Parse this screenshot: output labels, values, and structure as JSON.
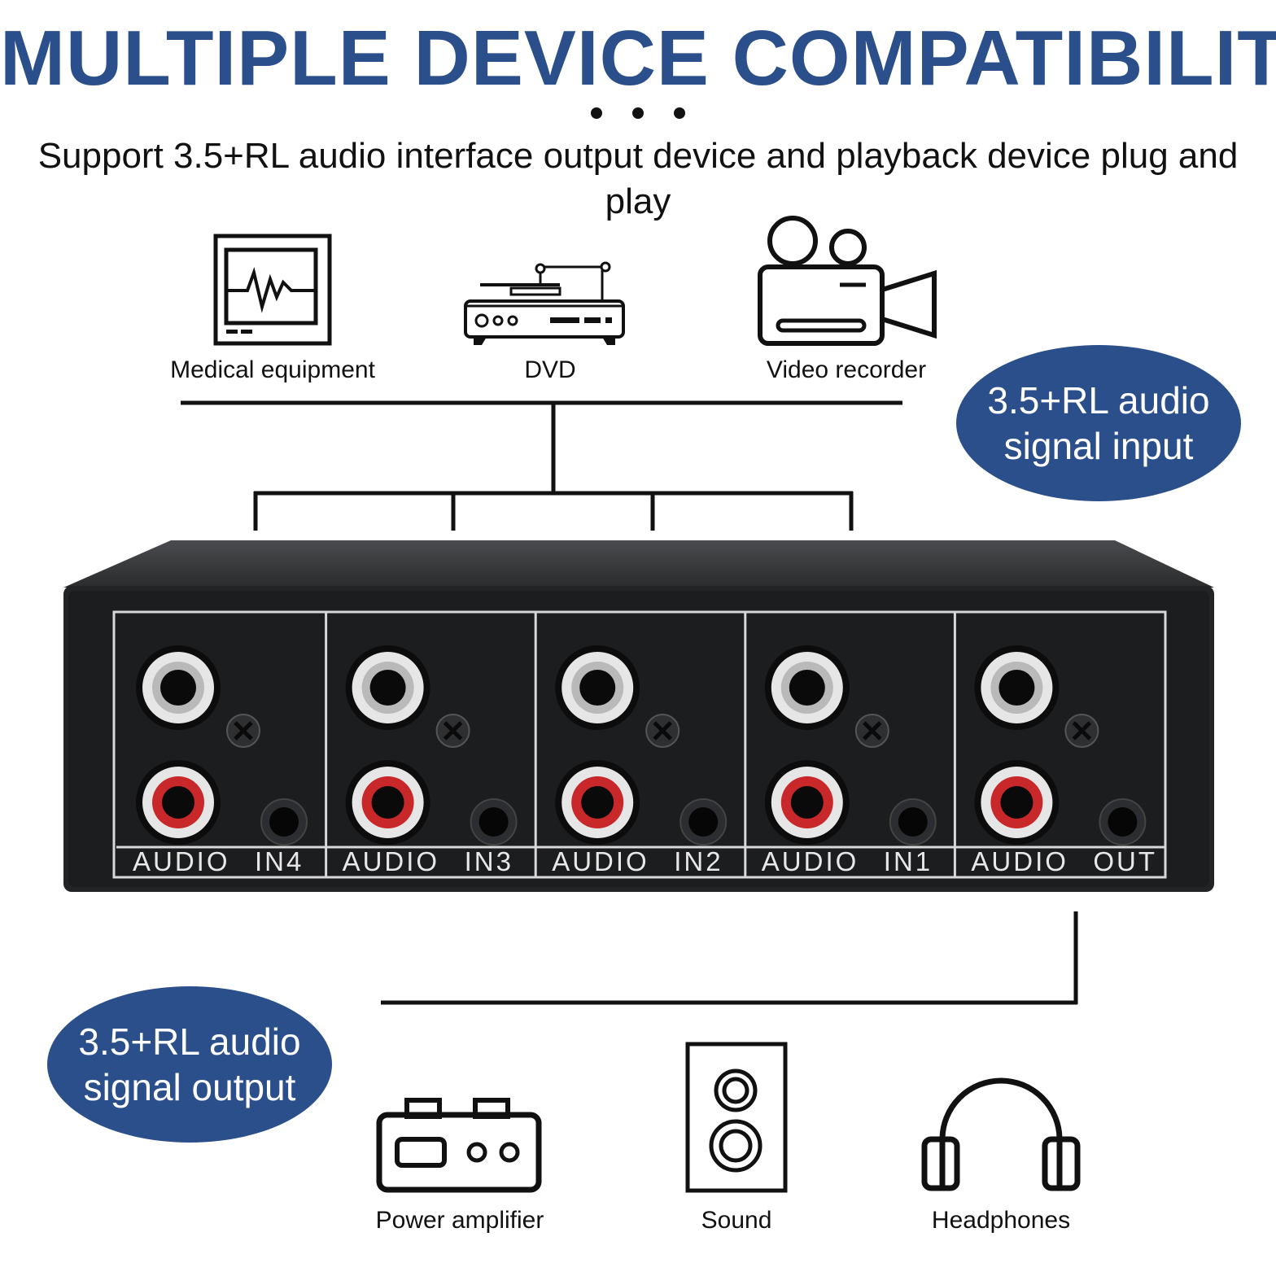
{
  "title": "MULTIPLE DEVICE COMPATIBILITY",
  "subtitle": "Support 3.5+RL audio interface output device and playback device plug and play",
  "input_devices": [
    {
      "label": "Medical equipment",
      "icon": "medical-monitor-icon"
    },
    {
      "label": "DVD",
      "icon": "dvd-player-icon"
    },
    {
      "label": "Video recorder",
      "icon": "video-camera-icon"
    }
  ],
  "input_bubble": {
    "line1": "3.5+RL audio",
    "line2": "signal input"
  },
  "output_bubble": {
    "line1": "3.5+RL audio",
    "line2": "signal output"
  },
  "panel": {
    "ports": [
      {
        "label_a": "AUDIO",
        "label_b": "IN4"
      },
      {
        "label_a": "AUDIO",
        "label_b": "IN3"
      },
      {
        "label_a": "AUDIO",
        "label_b": "IN2"
      },
      {
        "label_a": "AUDIO",
        "label_b": "IN1"
      },
      {
        "label_a": "AUDIO",
        "label_b": "OUT"
      }
    ]
  },
  "output_devices": [
    {
      "label": "Power amplifier",
      "icon": "amplifier-icon"
    },
    {
      "label": "Sound",
      "icon": "speaker-icon"
    },
    {
      "label": "Headphones",
      "icon": "headphones-icon"
    }
  ],
  "colors": {
    "accent": "#2b4f8a",
    "panel": "#1c1d1f",
    "rca_red": "#c8282a",
    "rca_white": "#e6e6e6"
  }
}
